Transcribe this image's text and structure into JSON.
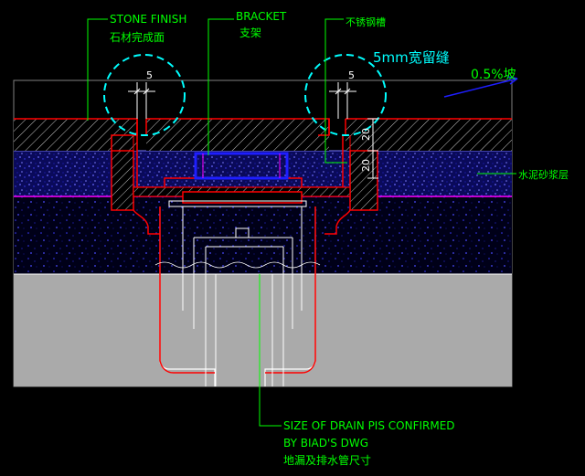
{
  "labels": {
    "stone_finish": "STONE FINISH",
    "stone_finish_cn": "石材完成面",
    "bracket": "BRACKET",
    "bracket_cn": "支架",
    "stainless_cn": "不锈钢槽",
    "gap": "5mm宽留缝",
    "slope": "0.5%坡",
    "mortar_cn": "水泥砂浆层",
    "drain_line1": "SIZE OF DRAIN PIS CONFIRMED",
    "drain_line2": "BY BIAD'S DWG",
    "drain_cn": "地漏及排水管尺寸"
  },
  "dimensions": {
    "left_gap": "5",
    "right_gap": "5",
    "dim_upper": "20",
    "dim_lower": "20"
  },
  "colors": {
    "background": "#000000",
    "label_green": "#00ff00",
    "outline_red": "#ff0000",
    "cyan": "#00ffff",
    "magenta": "#ff00ff",
    "blue": "#1e1eff",
    "concrete_gray": "#aaaaaa",
    "white": "#ffffff"
  }
}
